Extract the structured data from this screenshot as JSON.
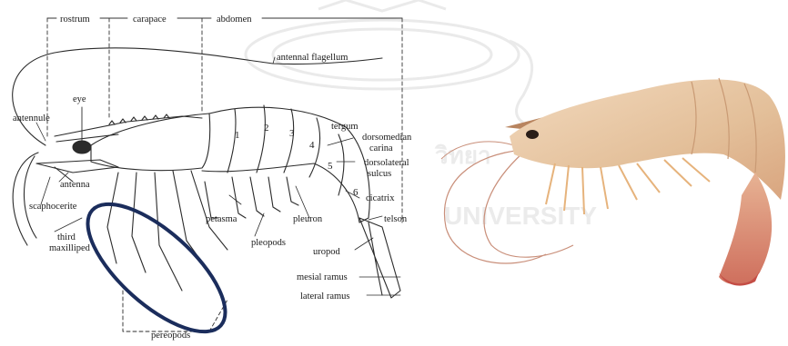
{
  "watermark": {
    "university": "UNIVERSITY",
    "thai_fragment": "วิทยา"
  },
  "diagram": {
    "top_labels": {
      "rostrum": "rostrum",
      "carapace": "carapace",
      "abdomen": "abdomen"
    },
    "labels": {
      "antennal_flagellum": "antennal flagellum",
      "eye": "eye",
      "antennule": "antennule",
      "antenna": "antenna",
      "scaphocerite": "scaphocerite",
      "third": "third",
      "maxilliped": "maxilliped",
      "petasma": "petasma",
      "pleopods": "pleopods",
      "pleuron": "pleuron",
      "uropod": "uropod",
      "mesial_ramus": "mesial ramus",
      "lateral_ramus": "lateral ramus",
      "pereopods": "pereopods",
      "tergum": "tergum",
      "dorsomedian": "dorsomedian",
      "carina": "carina",
      "dorsolateral": "dorsolateral",
      "sulcus": "sulcus",
      "cicatrix": "cicatrix",
      "telson": "telson"
    },
    "segments": [
      "1",
      "2",
      "3",
      "4",
      "5",
      "6"
    ],
    "highlight_color": "#1b2d5c"
  },
  "photo": {
    "body_color": "#e8c9a8",
    "tail_color": "#d98a78"
  }
}
